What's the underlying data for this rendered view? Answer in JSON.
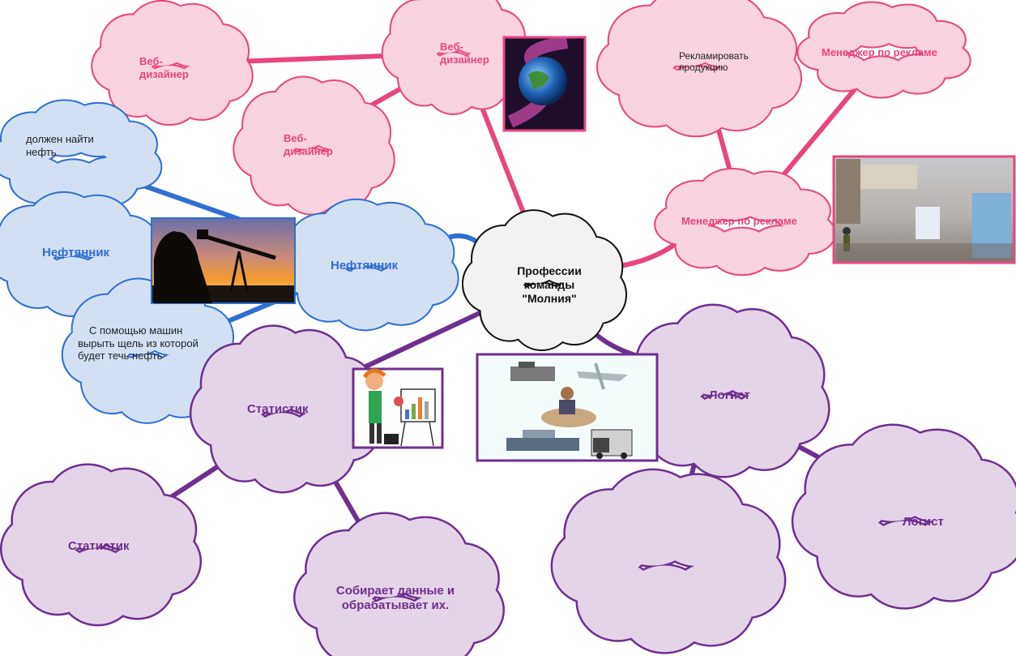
{
  "center": {
    "line1": "Профессии",
    "line2": "команды",
    "line3": "\"Молния\""
  },
  "web": {
    "main_line1": "Веб-",
    "main_line2": "дизайнер",
    "left_line1": "Веб-",
    "left_line2": "дизайнер",
    "lower_line1": "Веб-",
    "lower_line2": "дизайнер"
  },
  "ads": {
    "main": "Менеджер по рекламе",
    "top_right": "Менеджер по рекламе",
    "task_line1": "Рекламировать",
    "task_line2": "продукцию"
  },
  "oil": {
    "main": "Нефтянник",
    "left": "Нефтянник",
    "task1_line1": "должен найти",
    "task1_line2": "нефть",
    "task2_line1": "С помощью машин",
    "task2_line2": "вырыть щель из которой",
    "task2_line3": "будет течь нефть"
  },
  "stat": {
    "main": "Статистик",
    "lower": "Статистик",
    "task_line1": "Собирает данные и",
    "task_line2": "обрабатывает их."
  },
  "log": {
    "main": "Логист",
    "right": "Логист"
  },
  "colors": {
    "pink": "#e8457f",
    "pink_fill": "#f9d3df",
    "blue": "#2f6fd0",
    "blue_fill": "#d3e0f4",
    "purple": "#6e2f8f",
    "purple_fill": "#e4d4e7",
    "center_fill": "#f2f2f2",
    "center_stroke": "#111111"
  }
}
